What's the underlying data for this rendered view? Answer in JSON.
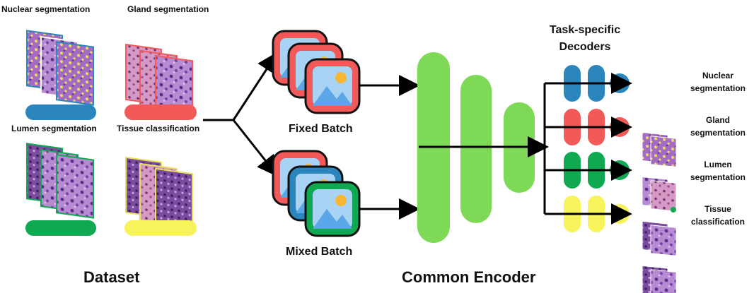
{
  "dataset": {
    "title": "Dataset",
    "tasks": [
      {
        "label": "Nuclear segmentation",
        "color": "#2b86be"
      },
      {
        "label": "Gland segmentation",
        "color": "#f25a5a"
      },
      {
        "label": "Lumen segmentation",
        "color": "#10a850"
      },
      {
        "label": "Tissue classification",
        "color": "#f7f35a"
      }
    ]
  },
  "batches": {
    "fixed": "Fixed Batch",
    "mixed": "Mixed Batch"
  },
  "encoder": {
    "title": "Common Encoder",
    "color": "#7ed957"
  },
  "decoders": {
    "title_line1": "Task-specific",
    "title_line2": "Decoders",
    "outputs": [
      {
        "line1": "Nuclear",
        "line2": "segmentation",
        "color": "#2b86be"
      },
      {
        "line1": "Gland",
        "line2": "segmentation",
        "color": "#f25a5a"
      },
      {
        "line1": "Lumen",
        "line2": "segmentation",
        "color": "#10a850"
      },
      {
        "line1": "Tissue",
        "line2": "classification",
        "color": "#f7f35a"
      }
    ]
  },
  "tissue_colors": {
    "purple": "#8a55b8",
    "pink": "#d38fc4",
    "dark": "#5a2d86",
    "yellow": "#e7e05a"
  },
  "icon_colors": {
    "frame_red": "#f25a5a",
    "frame_blue": "#2b86be",
    "frame_green": "#10a850",
    "sky": "#a8d3f5",
    "mountain": "#5aa6e6",
    "sun": "#f7b733"
  }
}
